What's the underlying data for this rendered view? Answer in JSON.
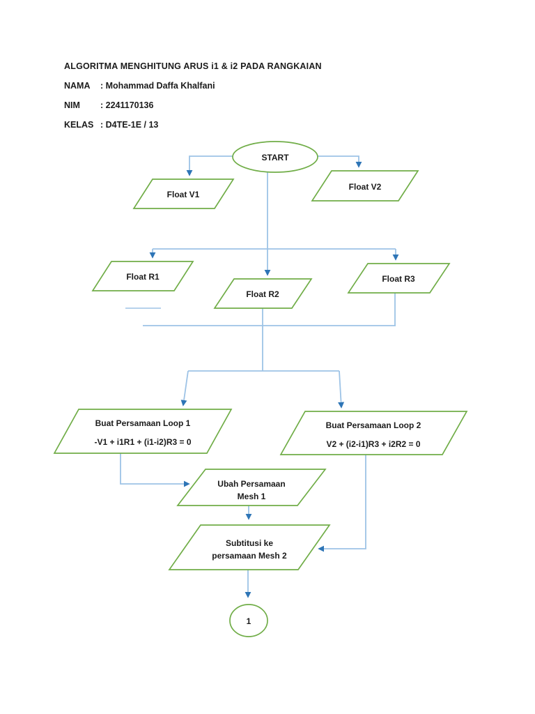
{
  "header": {
    "title": "ALGORITMA MENGHITUNG ARUS i1 & i2 PADA RANGKAIAN",
    "rows": [
      {
        "label": "NAMA",
        "value": ": Mohammad Daffa Khalfani"
      },
      {
        "label": "NIM",
        "value": ": 2241170136"
      },
      {
        "label": "KELAS",
        "value": ": D4TE-1E / 13"
      }
    ]
  },
  "colors": {
    "shape_stroke": "#70AD47",
    "connector": "#9DC3E6",
    "arrowhead": "#2E75B6",
    "text": "#1b1b1b",
    "page_bg": "#ffffff"
  },
  "flowchart": {
    "start": {
      "label": "START"
    },
    "nodes": {
      "v1": {
        "label": "Float V1"
      },
      "v2": {
        "label": "Float V2"
      },
      "r1": {
        "label": "Float R1"
      },
      "r2": {
        "label": "Float R2"
      },
      "r3": {
        "label": "Float R3"
      },
      "loop1": {
        "line1": "Buat Persamaan Loop 1",
        "line2": "-V1 + i1R1 + (i1-i2)R3 = 0"
      },
      "loop2": {
        "line1": "Buat Persamaan Loop 2",
        "line2": "V2 + (i2-i1)R3 + i2R2 = 0"
      },
      "mesh1": {
        "line1": "Ubah Persamaan",
        "line2": "Mesh 1"
      },
      "sub2": {
        "line1": "Subtitusi ke",
        "line2": "persamaan Mesh 2"
      },
      "connector1": {
        "label": "1"
      }
    }
  }
}
